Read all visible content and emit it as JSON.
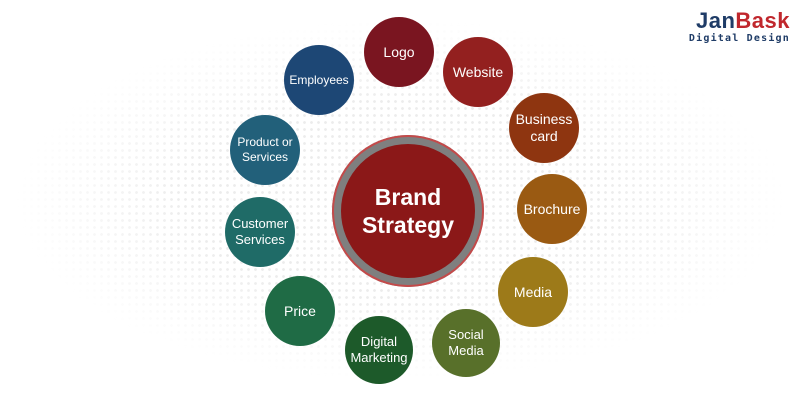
{
  "logo": {
    "part1": "Jan",
    "part2": "Bask",
    "subtitle": "Digital Design"
  },
  "center": {
    "line1": "Brand",
    "line2": "Strategy",
    "color": "#8b1818",
    "ring_color": "#7f7f7f"
  },
  "nodes": [
    {
      "key": "logo",
      "label": "Logo",
      "color": "#7a1520"
    },
    {
      "key": "website",
      "label": "Website",
      "color": "#93201f"
    },
    {
      "key": "business-card",
      "label": "Business\ncard",
      "color": "#8e3510"
    },
    {
      "key": "brochure",
      "label": "Brochure",
      "color": "#9a5a12"
    },
    {
      "key": "media",
      "label": "Media",
      "color": "#9d7a19"
    },
    {
      "key": "social-media",
      "label": "Social\nMedia",
      "color": "#58702a"
    },
    {
      "key": "digital-marketing",
      "label": "Digital\nMarketing",
      "color": "#1d5a2a"
    },
    {
      "key": "price",
      "label": "Price",
      "color": "#1f6b45"
    },
    {
      "key": "customer-services",
      "label": "Customer\nServices",
      "color": "#1f6b67"
    },
    {
      "key": "product-or-services",
      "label": "Product or\nServices",
      "color": "#22607a"
    },
    {
      "key": "employees",
      "label": "Employees",
      "color": "#1d4775"
    }
  ]
}
